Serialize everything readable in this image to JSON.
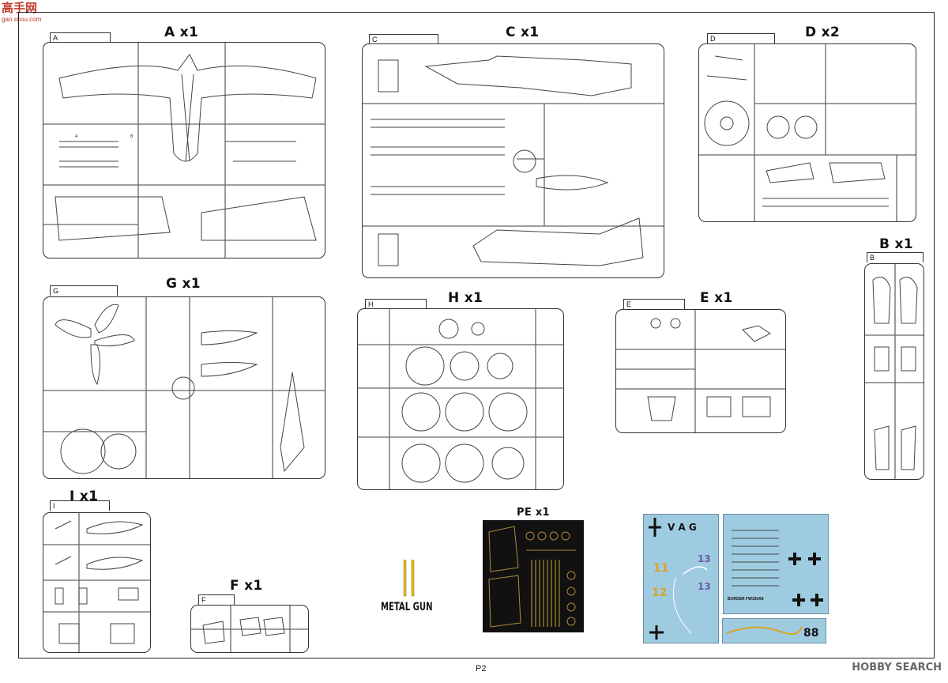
{
  "watermark_top": {
    "cn": "高手网",
    "url": "gao.shou.com"
  },
  "watermark_bottom": "HOBBY SEARCH",
  "page_number": "P2",
  "sprues": {
    "A": {
      "letter": "A",
      "title": "A x1"
    },
    "C": {
      "letter": "C",
      "title": "C x1"
    },
    "D": {
      "letter": "D",
      "title": "D x2"
    },
    "B": {
      "letter": "B",
      "title": "B x1"
    },
    "G": {
      "letter": "G",
      "title": "G x1"
    },
    "H": {
      "letter": "H",
      "title": "H x1"
    },
    "E": {
      "letter": "E",
      "title": "E x1"
    },
    "I": {
      "letter": "I",
      "title": "I x1"
    },
    "F": {
      "letter": "F",
      "title": "F x1"
    }
  },
  "pe": {
    "title": "PE x1"
  },
  "metal_gun": {
    "label": "METAL GUN"
  },
  "decal_sheet_1": {
    "letters": "V A G",
    "numbers": [
      "11",
      "12",
      "13",
      "13"
    ]
  },
  "decal_sheet_2": {
    "text": "BORDER FW190A8",
    "number": "88"
  },
  "colors": {
    "decal_blue": "#9fcbe1",
    "pe_brass": "#b08a3a",
    "metal_gun": "#e1b722",
    "yellow_marking": "#d9a521",
    "purple_marking": "#6b5aa8"
  }
}
